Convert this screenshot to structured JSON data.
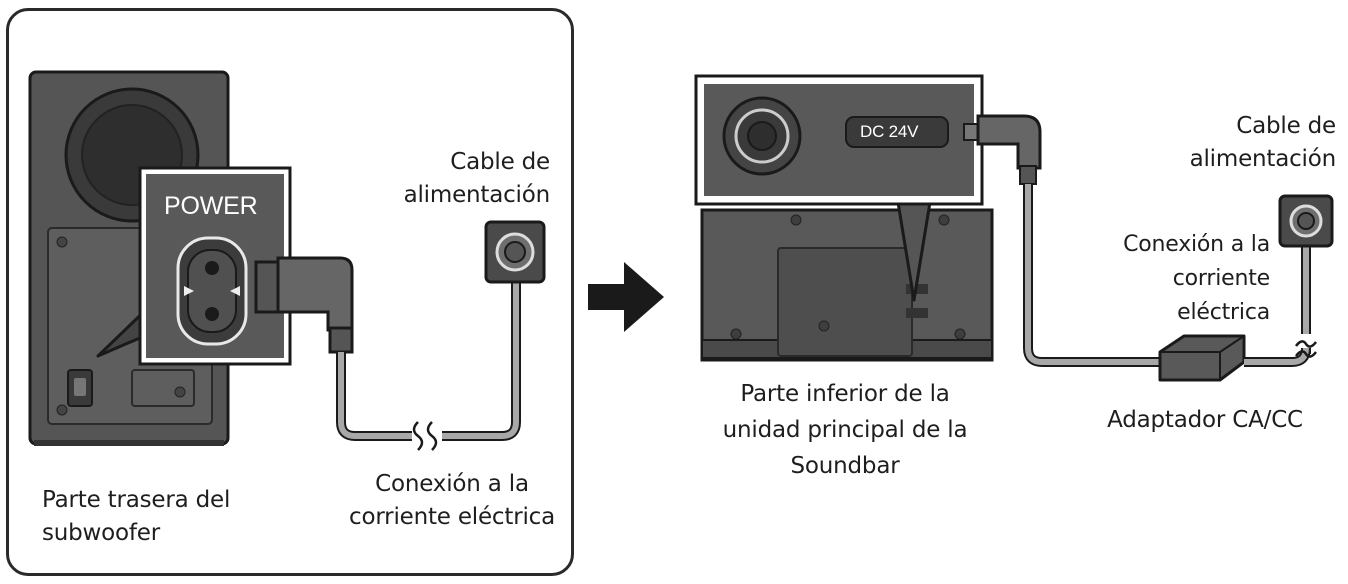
{
  "left_panel": {
    "power_label": "POWER",
    "power_cable_label": [
      "Cable de",
      "alimentación"
    ],
    "outlet_label": [
      "Conexión a la",
      "corriente eléctrica"
    ],
    "caption": [
      "Parte trasera del",
      "subwoofer"
    ]
  },
  "right_panel": {
    "dc_label": "DC 24V",
    "power_cable_label": [
      "Cable de",
      "alimentación"
    ],
    "outlet_label": [
      "Conexión a la",
      "corriente",
      "eléctrica"
    ],
    "adapter_label": "Adaptador CA/CC",
    "caption": [
      "Parte inferior de la",
      "unidad principal de la",
      "Soundbar"
    ]
  },
  "colors": {
    "dark": "#4a4a4a",
    "cable": "#a8a8a8",
    "outline": "#1a1a1a",
    "callout_bg": "#595959"
  }
}
